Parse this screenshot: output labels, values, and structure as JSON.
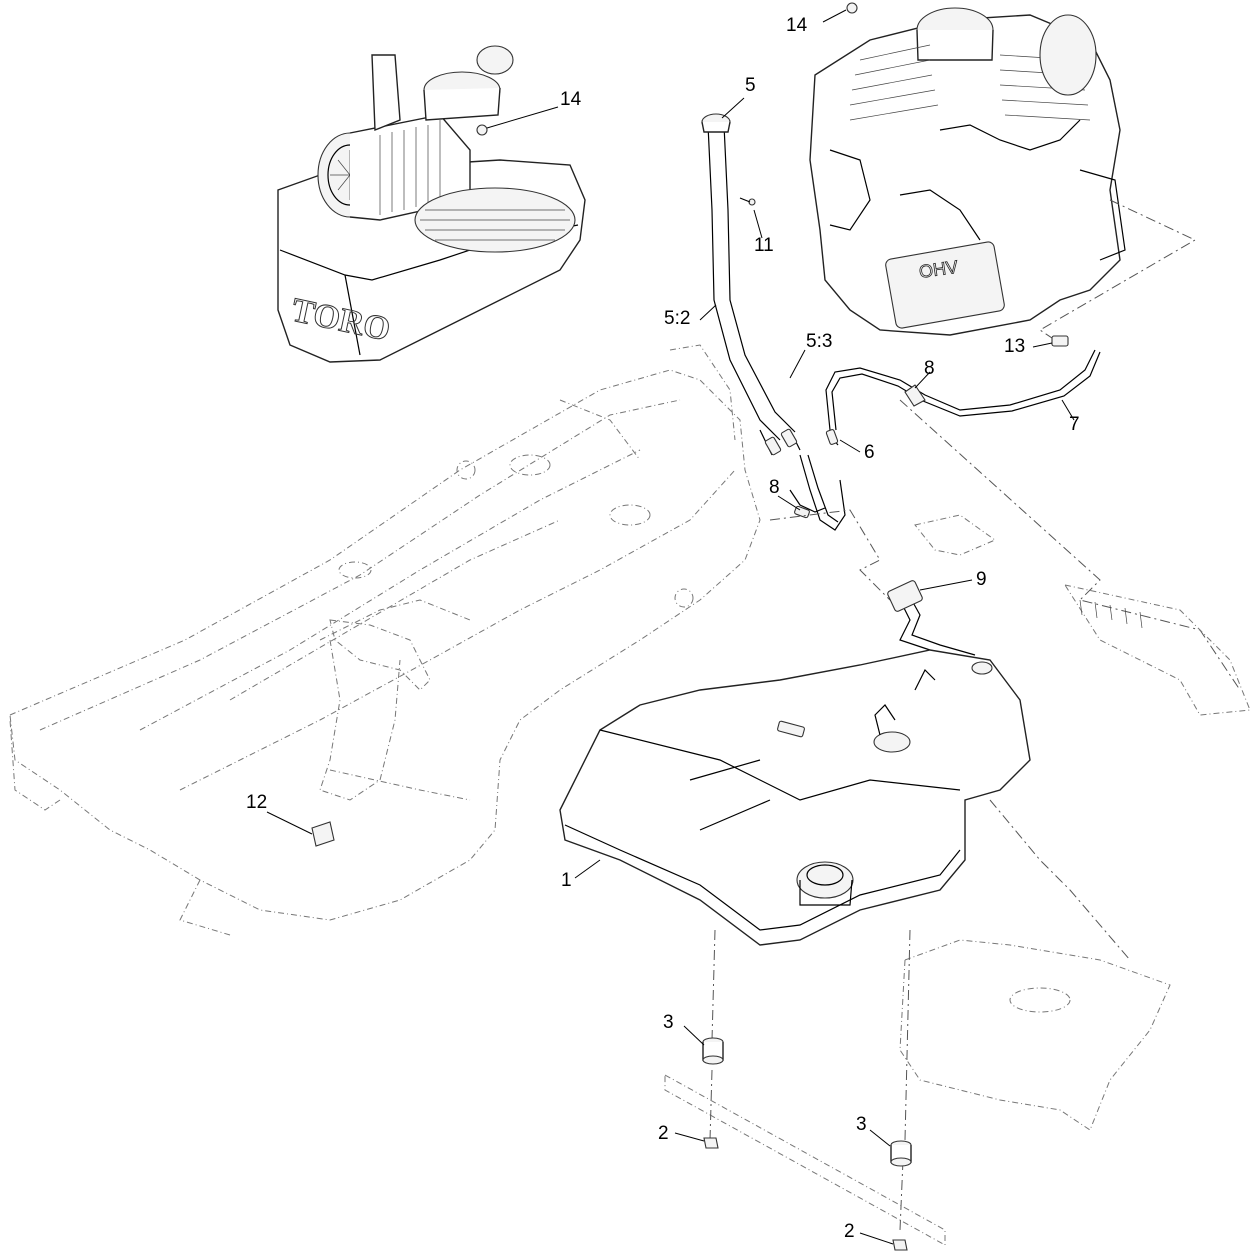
{
  "diagram": {
    "callouts": [
      {
        "id": "c14a",
        "label": "14"
      },
      {
        "id": "c14b",
        "label": "14"
      },
      {
        "id": "c5",
        "label": "5"
      },
      {
        "id": "c11",
        "label": "11"
      },
      {
        "id": "c52",
        "label": "5:2"
      },
      {
        "id": "c53",
        "label": "5:3"
      },
      {
        "id": "c13",
        "label": "13"
      },
      {
        "id": "c8a",
        "label": "8"
      },
      {
        "id": "c7",
        "label": "7"
      },
      {
        "id": "c6",
        "label": "6"
      },
      {
        "id": "c8b",
        "label": "8"
      },
      {
        "id": "c9",
        "label": "9"
      },
      {
        "id": "c12",
        "label": "12"
      },
      {
        "id": "c1",
        "label": "1"
      },
      {
        "id": "c3a",
        "label": "3"
      },
      {
        "id": "c2a",
        "label": "2"
      },
      {
        "id": "c3b",
        "label": "3"
      },
      {
        "id": "c2b",
        "label": "2"
      }
    ],
    "brand_mark": "TORO",
    "engine_mark": "OHV"
  }
}
